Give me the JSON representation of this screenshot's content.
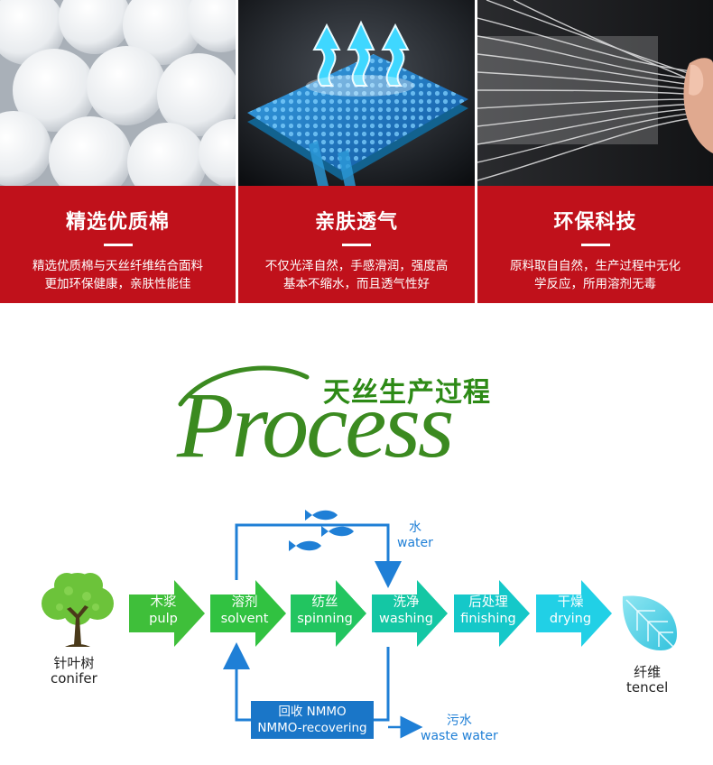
{
  "features": [
    {
      "title": "精选优质棉",
      "desc_line1": "精选优质棉与天丝纤维结合面料",
      "desc_line2": "更加环保健康，亲肤性能佳"
    },
    {
      "title": "亲肤透气",
      "desc_line1": "不仅光泽自然，手感滑润，强度高",
      "desc_line2": "基本不缩水，而且透气性好"
    },
    {
      "title": "环保科技",
      "desc_line1": "原料取自自然，生产过程中无化",
      "desc_line2": "学反应，所用溶剂无毒"
    }
  ],
  "heading": {
    "script_word": "Process",
    "chinese_title": "天丝生产过程"
  },
  "flow": {
    "source": {
      "cn": "针叶树",
      "en": "conifer"
    },
    "steps": [
      {
        "cn": "木浆",
        "en": "pulp",
        "color": "#3fbf3a"
      },
      {
        "cn": "溶剂",
        "en": "solvent",
        "color": "#31c241"
      },
      {
        "cn": "纺丝",
        "en": "spinning",
        "color": "#22c560"
      },
      {
        "cn": "洗净",
        "en": "washing",
        "color": "#14c7a4"
      },
      {
        "cn": "后处理",
        "en": "finishing",
        "color": "#15c8c9"
      },
      {
        "cn": "干燥",
        "en": "drying",
        "color": "#21d0e6"
      }
    ],
    "product": {
      "cn": "纤维",
      "en": "tencel"
    },
    "water": {
      "cn": "水",
      "en": "water"
    },
    "recovery": {
      "line1": "回收 NMMO",
      "line2": "NMMO-recovering"
    },
    "waste": {
      "cn": "污水",
      "en": "waste water"
    }
  },
  "colors": {
    "card_red": "#c0111b",
    "heading_green": "#2d8a16",
    "flow_blue": "#1f7fd6"
  },
  "icons": [
    "cotton-balls-photo",
    "breathable-fabric-photo",
    "fiber-stretch-photo",
    "tree-icon",
    "fish-icon",
    "leaf-icon"
  ]
}
